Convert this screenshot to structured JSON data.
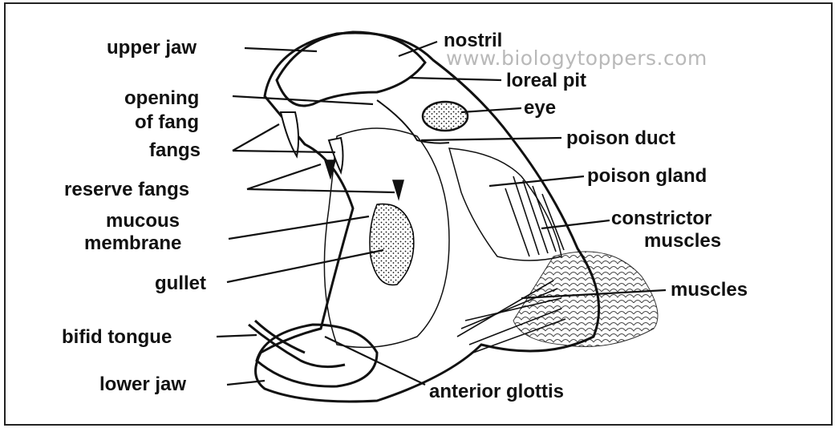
{
  "watermark": "www.biologytoppers.com",
  "labels": {
    "upper_jaw": "upper jaw",
    "nostril": "nostril",
    "loreal_pit": "loreal pit",
    "opening_of_fang_1": "opening",
    "opening_of_fang_2": "of fang",
    "eye": "eye",
    "poison_duct": "poison duct",
    "fangs": "fangs",
    "poison_gland": "poison gland",
    "reserve_fangs": "reserve fangs",
    "constrictor_muscles_1": "constrictor",
    "constrictor_muscles_2": "muscles",
    "mucous_membrane_1": "mucous",
    "mucous_membrane_2": "membrane",
    "gullet": "gullet",
    "muscles": "muscles",
    "bifid_tongue": "bifid tongue",
    "lower_jaw": "lower jaw",
    "anterior_glottis": "anterior glottis"
  }
}
